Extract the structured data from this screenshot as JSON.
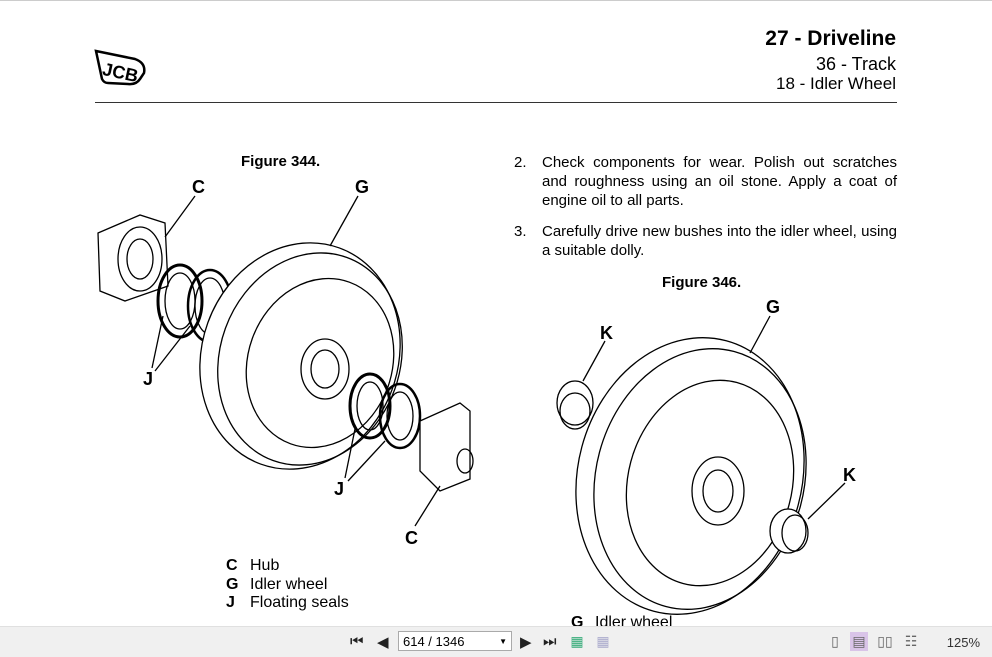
{
  "header": {
    "section": "27 - Driveline",
    "subsection": "36 - Track",
    "topic": "18 - Idler Wheel",
    "logo": "JCB"
  },
  "figure_left": {
    "title": "Figure 344.",
    "labels": [
      "C",
      "G",
      "J",
      "J",
      "C"
    ]
  },
  "legend": [
    {
      "key": "C",
      "text": "Hub"
    },
    {
      "key": "G",
      "text": "Idler wheel"
    },
    {
      "key": "J",
      "text": "Floating seals"
    }
  ],
  "steps": [
    {
      "num": "2.",
      "text": "Check components for wear. Polish out scratches and roughness using an oil stone. Apply a coat of engine oil to all parts."
    },
    {
      "num": "3.",
      "text": "Carefully drive new bushes into the idler wheel, using a suitable dolly."
    }
  ],
  "figure_right": {
    "title": "Figure 346.",
    "labels": [
      "K",
      "G",
      "K"
    ]
  },
  "legend_right": [
    {
      "key": "G",
      "text": "Idler wheel"
    }
  ],
  "toolbar": {
    "page_value": "614 / 1346",
    "zoom": "125%",
    "first": "⏮",
    "prev": "◀",
    "next": "▶",
    "last": "⏭"
  }
}
